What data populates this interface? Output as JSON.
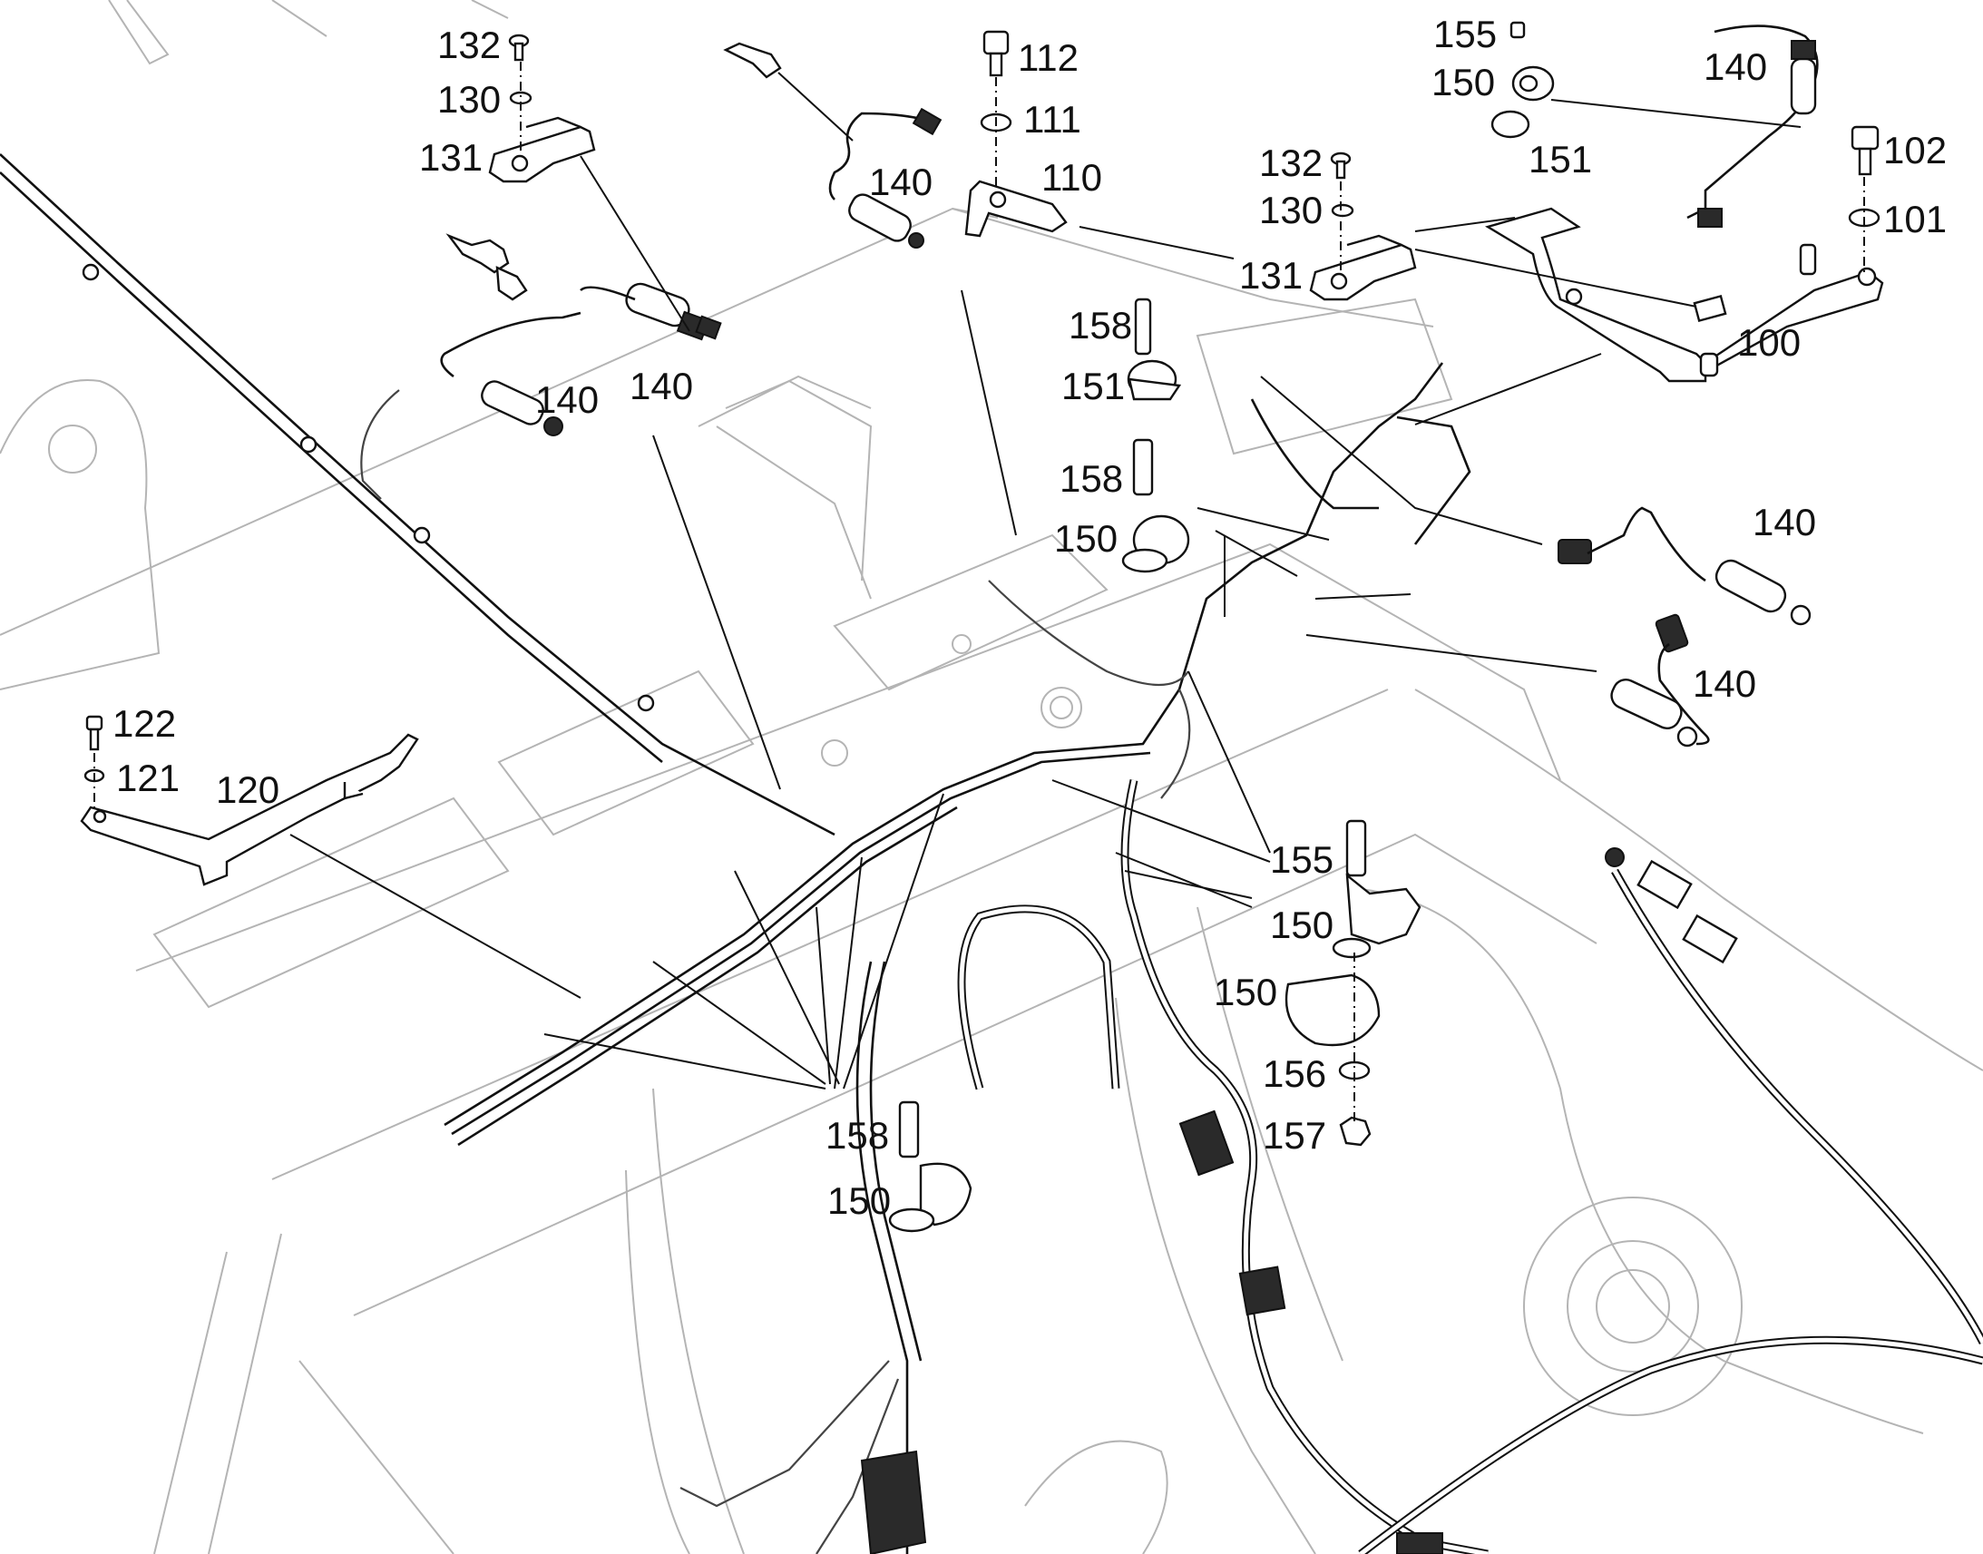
{
  "callouts": [
    {
      "id": "c132a",
      "text": "132"
    },
    {
      "id": "c130a",
      "text": "130"
    },
    {
      "id": "c131a",
      "text": "131"
    },
    {
      "id": "c140a",
      "text": "140"
    },
    {
      "id": "c140b",
      "text": "140"
    },
    {
      "id": "c140c",
      "text": "140"
    },
    {
      "id": "c112",
      "text": "112"
    },
    {
      "id": "c111",
      "text": "111"
    },
    {
      "id": "c110",
      "text": "110"
    },
    {
      "id": "c155a",
      "text": "155"
    },
    {
      "id": "c150a",
      "text": "150"
    },
    {
      "id": "c151a",
      "text": "151"
    },
    {
      "id": "c140d",
      "text": "140"
    },
    {
      "id": "c102",
      "text": "102"
    },
    {
      "id": "c101",
      "text": "101"
    },
    {
      "id": "c132b",
      "text": "132"
    },
    {
      "id": "c130b",
      "text": "130"
    },
    {
      "id": "c131b",
      "text": "131"
    },
    {
      "id": "c100",
      "text": "100"
    },
    {
      "id": "c158a",
      "text": "158"
    },
    {
      "id": "c151b",
      "text": "151"
    },
    {
      "id": "c158b",
      "text": "158"
    },
    {
      "id": "c150b",
      "text": "150"
    },
    {
      "id": "c140e",
      "text": "140"
    },
    {
      "id": "c140f",
      "text": "140"
    },
    {
      "id": "c122",
      "text": "122"
    },
    {
      "id": "c121",
      "text": "121"
    },
    {
      "id": "c120",
      "text": "120"
    },
    {
      "id": "c155b",
      "text": "155"
    },
    {
      "id": "c150c",
      "text": "150"
    },
    {
      "id": "c150d",
      "text": "150"
    },
    {
      "id": "c156",
      "text": "156"
    },
    {
      "id": "c157",
      "text": "157"
    },
    {
      "id": "c158c",
      "text": "158"
    },
    {
      "id": "c150e",
      "text": "150"
    }
  ]
}
